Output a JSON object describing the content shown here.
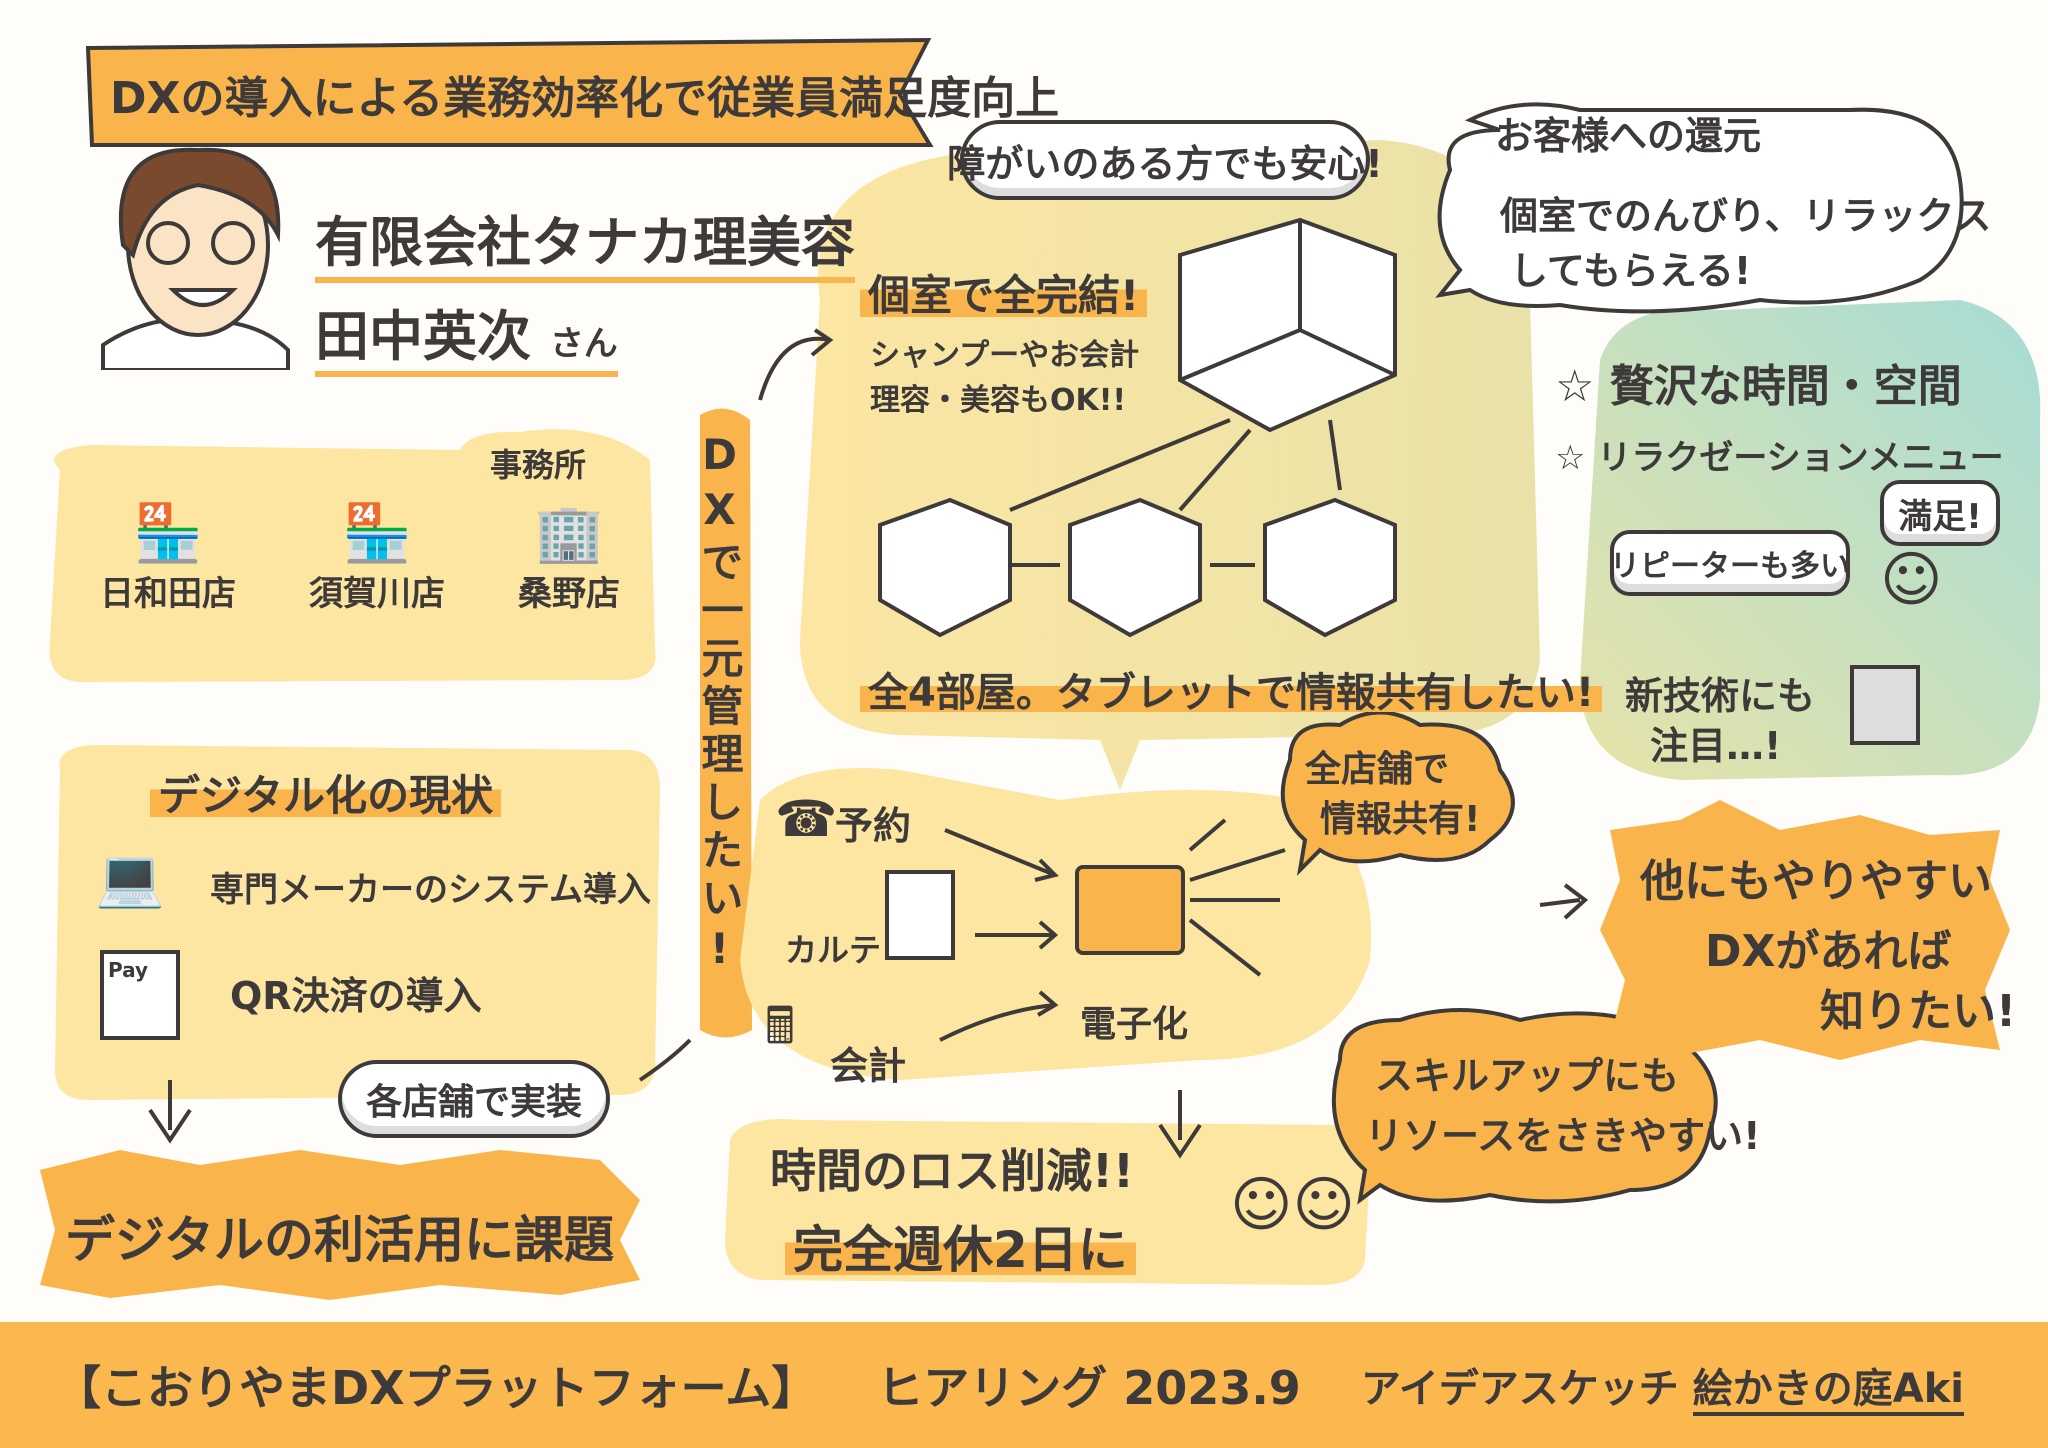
{
  "title": "DXの導入による業務効率化で従業員満足度向上",
  "company": {
    "name": "有限会社タナカ理美容",
    "person": "田中英次",
    "honorific": "さん"
  },
  "stores": {
    "office_label": "事務所",
    "items": [
      "日和田店",
      "須賀川店",
      "桑野店"
    ]
  },
  "digital": {
    "heading": "デジタル化の現状",
    "items": [
      "専門メーカーのシステム導入",
      "QR決済の導入"
    ],
    "pay_label": "Pay",
    "bubble": "各店舗で実装",
    "issue": "デジタルの利活用に課題"
  },
  "dx_vertical": "DXで一元管理したい!",
  "rooms": {
    "bubble": "障がいのある方でも安心!",
    "heading": "個室で全完結!",
    "desc": [
      "シャンプーやお会計",
      "理容・美容もOK!!"
    ],
    "footer": "全4部屋。タブレットで情報共有したい!"
  },
  "customer": {
    "heading": "お客様への還元",
    "text": [
      "個室でのんびり、リラックス",
      "してもらえる!"
    ],
    "stars": [
      "贅沢な時間・空間",
      "リラクゼーションメニュー"
    ],
    "repeat": "リピーターも多い",
    "satisfied": "満足!",
    "newtech": [
      "新技術にも",
      "注目…!"
    ]
  },
  "digitize": {
    "items": [
      "予約",
      "カルテ",
      "会計"
    ],
    "result": "電子化",
    "share": [
      "全店舗で",
      "情報共有!"
    ]
  },
  "benefits": {
    "line1": "時間のロス削減!!",
    "line2": "完全週休2日に",
    "skill": [
      "スキルアップにも",
      "リソースをさきやすい!"
    ]
  },
  "request": [
    "他にもやりやすい",
    "DXがあれば",
    "知りたい!"
  ],
  "footer": {
    "platform": "【こおりやまDXプラットフォーム】",
    "hearing": "ヒアリング 2023.9",
    "sketch": "アイデアスケッチ",
    "author": "絵かきの庭Aki"
  },
  "colors": {
    "orange": "#f9b54c",
    "yellow": "#fbe6a6",
    "teal": "#a8dcd4",
    "ink": "#3d3a39"
  }
}
